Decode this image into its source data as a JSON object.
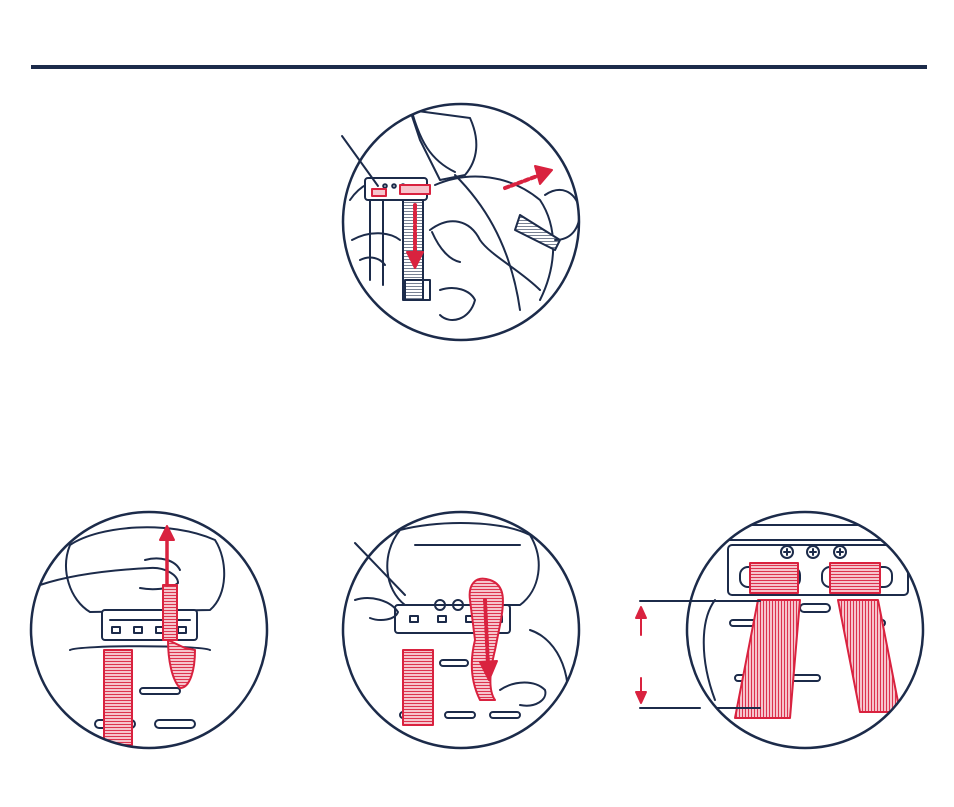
{
  "page": {
    "title": "",
    "caption": ""
  },
  "colors": {
    "navy": "#1c2b4a",
    "red": "#d9223f",
    "pink_fill": "#f6c4cc",
    "background": "#ffffff"
  },
  "illustrations": [
    {
      "id": "step-1",
      "description_icon": "harness-pull-icon"
    },
    {
      "id": "step-2",
      "description_icon": "strap-up-icon"
    },
    {
      "id": "step-3",
      "description_icon": "strap-thread-icon"
    },
    {
      "id": "step-4",
      "description_icon": "height-measure-icon"
    }
  ]
}
